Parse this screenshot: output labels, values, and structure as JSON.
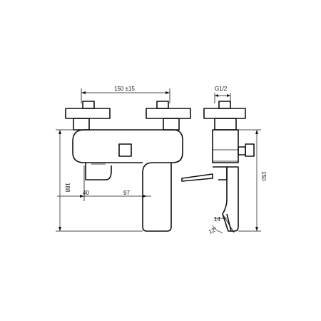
{
  "colors": {
    "line": "#111111",
    "background": "#ffffff"
  },
  "dimensions": {
    "spacing": "150 ±15",
    "thread": "G1/2",
    "height_total": "188",
    "depth_body": "40",
    "depth_spout": "97",
    "height_side": "150",
    "spout_thickness": "14",
    "spout_angle": "12°"
  }
}
